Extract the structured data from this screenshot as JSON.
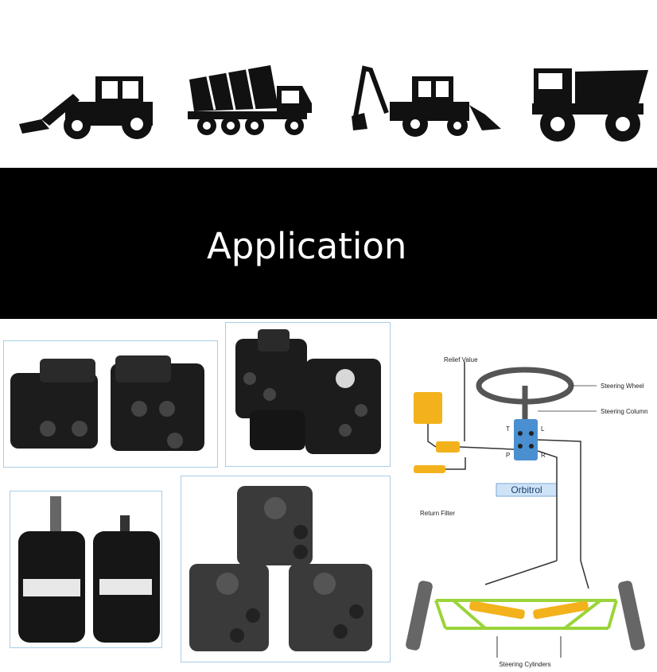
{
  "banner": {
    "title": "Application"
  },
  "vehicles": [
    "wheel-loader-icon",
    "concrete-mixer-truck-icon",
    "backhoe-loader-icon",
    "dump-truck-icon"
  ],
  "diagram": {
    "labels": {
      "relief_valve": "Relief Value",
      "steering_wheel": "Steering Wheel",
      "steering_column": "Steering Column",
      "t": "T",
      "l": "L",
      "p": "P",
      "r": "R",
      "orbitrol": "Orbitrol",
      "return_filter": "Return Filter",
      "steering_cylinders": "Steering Cylinders"
    },
    "colors": {
      "unit": "#4a8fd0",
      "orbitrol_box": "#cfe3f7",
      "tank": "#f3b21c",
      "frame": "#9ad43a"
    }
  }
}
